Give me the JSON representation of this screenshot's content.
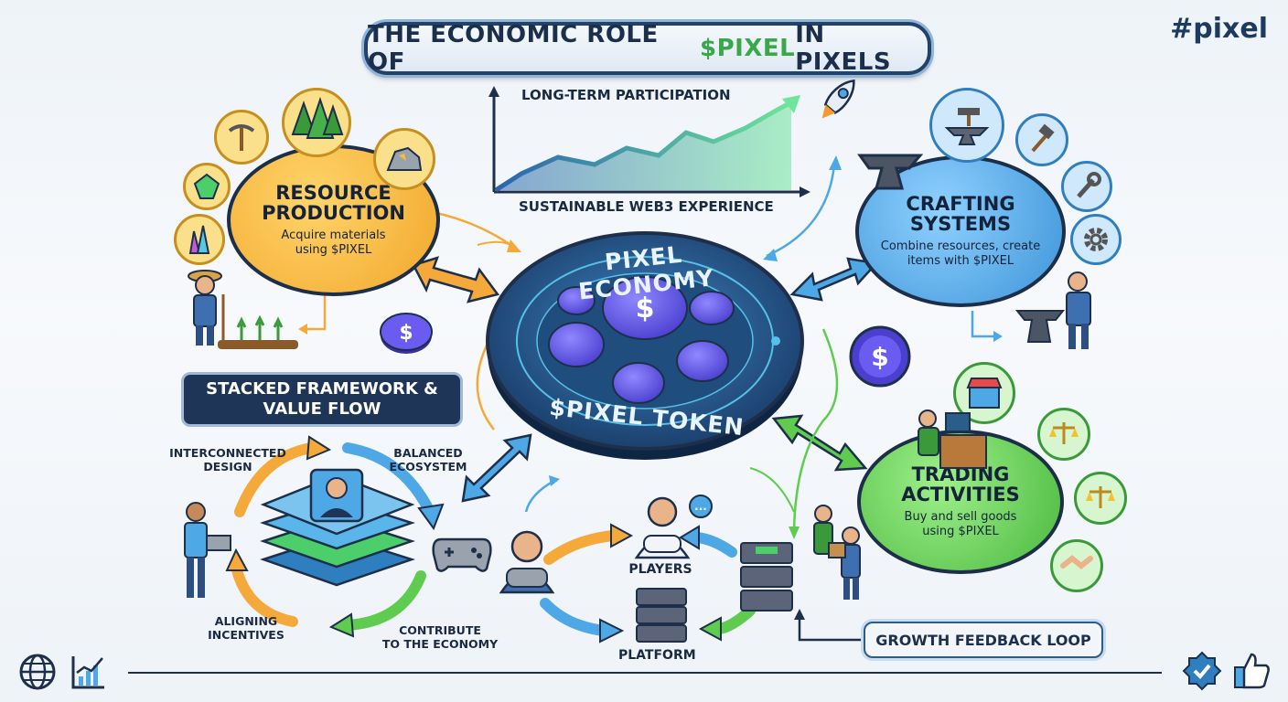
{
  "header": {
    "title_prefix": "THE ECONOMIC ROLE OF ",
    "title_token": "$PIXEL",
    "title_suffix": " IN PIXELS",
    "hashtag": "#pixel"
  },
  "growth_chart": {
    "top_label": "LONG-TERM PARTICIPATION",
    "bottom_label": "SUSTAINABLE WEB3 EXPERIENCE"
  },
  "center": {
    "top_text": "PIXEL ECONOMY",
    "bottom_text": "$PIXEL TOKEN",
    "coin_symbol": "$"
  },
  "resource": {
    "title_line1": "RESOURCE",
    "title_line2": "PRODUCTION",
    "desc_line1": "Acquire materials",
    "desc_line2": "using $PIXEL"
  },
  "crafting": {
    "title_line1": "CRAFTING",
    "title_line2": "SYSTEMS",
    "desc_line1": "Combine resources, create",
    "desc_line2": "items with $PIXEL"
  },
  "trading": {
    "title_line1": "TRADING",
    "title_line2": "ACTIVITIES",
    "desc_line1": "Buy and sell goods",
    "desc_line2": "using $PIXEL"
  },
  "framework": {
    "title_line1": "STACKED FRAMEWORK &",
    "title_line2": "VALUE FLOW",
    "interconnected_line1": "INTERCONNECTED",
    "interconnected_line2": "DESIGN",
    "balanced_line1": "BALANCED",
    "balanced_line2": "ECOSYSTEM",
    "aligning_line1": "ALIGNING",
    "aligning_line2": "INCENTIVES",
    "contribute_line1": "CONTRIBUTE",
    "contribute_line2": "TO THE ECONOMY"
  },
  "loop": {
    "players": "PLAYERS",
    "platform": "PLATFORM",
    "feedback": "GROWTH FEEDBACK LOOP"
  },
  "colors": {
    "resource_fill": "#f7b93a",
    "crafting_fill": "#4fa8e6",
    "trading_fill": "#5fcc4f",
    "center_fill": "#2a5d8a",
    "navy": "#1d2f4a",
    "coin": "#6a5cf0"
  },
  "icons": [
    "pickaxe-icon",
    "trees-icon",
    "ore-icon",
    "gem-icon",
    "crystal-icon",
    "rocket-icon",
    "anvil-icon",
    "hammer-icon",
    "wrench-icon",
    "gear-icon",
    "shop-icon",
    "scales-icon",
    "handshake-icon",
    "gamepad-icon",
    "server-icon",
    "globe-icon",
    "chart-icon",
    "verified-badge-icon",
    "thumbs-up-icon"
  ]
}
